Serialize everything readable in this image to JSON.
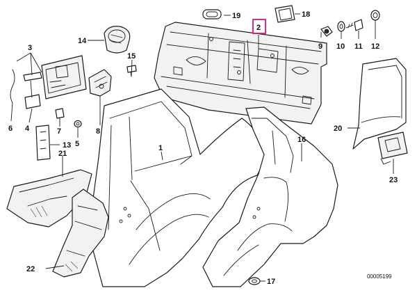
{
  "callouts": {
    "c1": "1",
    "c2": "2",
    "c3": "3",
    "c4": "4",
    "c5": "5",
    "c6": "6",
    "c7": "7",
    "c8": "8",
    "c9": "9",
    "c10": "10",
    "c11": "11",
    "c12": "12",
    "c13": "13",
    "c14": "14",
    "c15": "15",
    "c16": "16",
    "c17": "17",
    "c18": "18",
    "c19": "19",
    "c20": "20",
    "c21": "21",
    "c22": "22",
    "c23": "23"
  },
  "highlighted_callout": "2",
  "highlight_color": "#e0137a",
  "diagram_code": "00005199"
}
